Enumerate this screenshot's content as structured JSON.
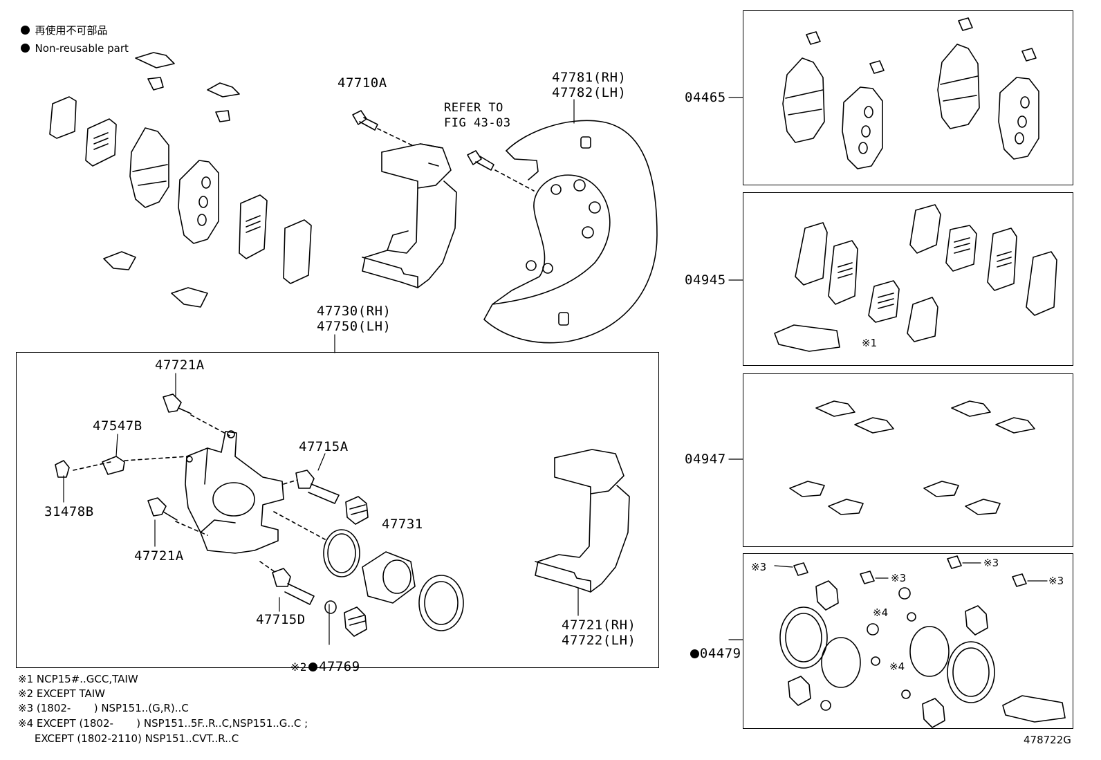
{
  "legend": {
    "ja": "再使用不可部品",
    "en": "Non-reusable part"
  },
  "labels": {
    "p47710A": "47710A",
    "refer_l1": "REFER TO",
    "refer_l2": "FIG 43-03",
    "p47781": "47781(RH)",
    "p47782": "47782(LH)",
    "p47730": "47730(RH)",
    "p47750": "47750(LH)",
    "p47721A_top": "47721A",
    "p47547B": "47547B",
    "p47715A": "47715A",
    "p31478B": "31478B",
    "p47721A_bot": "47721A",
    "p47731": "47731",
    "p47715D": "47715D",
    "p47769_prefix": "※2",
    "p47769": "47769",
    "p47721": "47721(RH)",
    "p47722": "47722(LH)",
    "kit04465": "04465",
    "kit04945": "04945",
    "kit04947": "04947",
    "kit04479": "04479",
    "mark1": "※1",
    "mark3a": "※3",
    "mark3b": "※3",
    "mark3c": "※3",
    "mark3d": "※3",
    "mark4a": "※4",
    "mark4b": "※4",
    "figure_id": "478722G"
  },
  "notes": [
    "※1 NCP15#..GCC,TAIW",
    "※2 EXCEPT TAIW",
    "※3 (1802-       ) NSP151..(G,R)..C",
    "※4 EXCEPT (1802-       ) NSP151..5F..R..C,NSP151..G..C ;",
    "     EXCEPT (1802-2110) NSP151..CVT..R..C"
  ]
}
